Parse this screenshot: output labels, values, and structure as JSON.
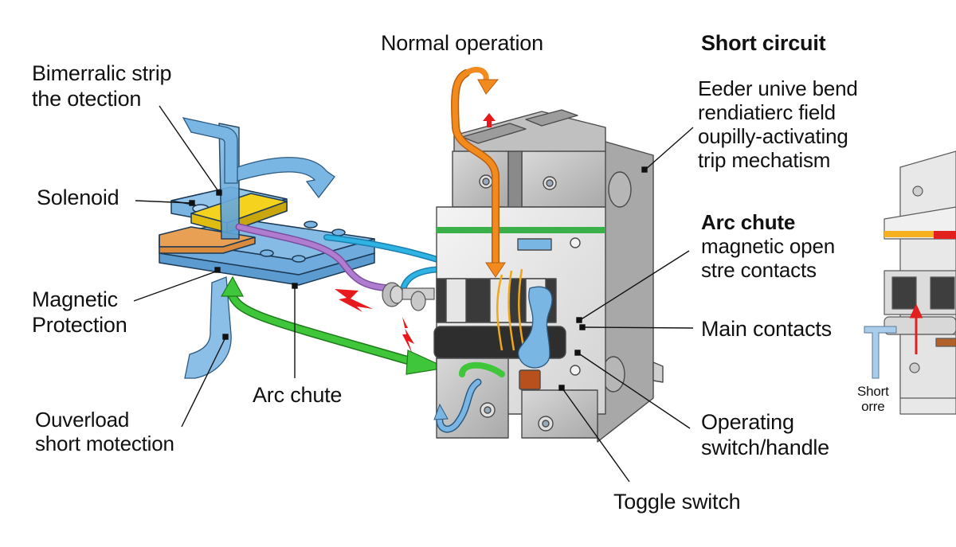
{
  "diagram": {
    "title_normal": "Normal operation",
    "title_short": "Short circuit",
    "labels": {
      "bimetallic": [
        "Bimerralic strip",
        "the otection"
      ],
      "solenoid": "Solenoid",
      "magnetic": [
        "Magnetic",
        "Protection"
      ],
      "overload": [
        "Ouverload",
        "short motection"
      ],
      "arc_chute_bottom": "Arc chute",
      "short_circuit_desc": [
        "Eeder unive bend",
        "rendiatierc field",
        "oupilly-activating",
        "trip mechatism"
      ],
      "arc_chute_right_title": "Arc chute",
      "arc_chute_right_desc": [
        "magnetic open",
        "stre contacts"
      ],
      "main_contacts": "Main contacts",
      "operating_handle": [
        "Operating",
        "switch/handle"
      ],
      "toggle_switch": "Toggle switch",
      "short_small": [
        "Short",
        "orre"
      ]
    },
    "colors": {
      "metal_blue": "#6aaee0",
      "yellow": "#f5d21e",
      "orange_plate": "#e8a055",
      "purple_wire": "#b07ccf",
      "cyan_wire": "#2fb3e3",
      "green_arrow": "#3fc63a",
      "orange_arrow": "#f28a1e",
      "red_spark": "#e8191c",
      "breaker_gray": "#c4c4c4",
      "breaker_dark": "#3a3a3a",
      "green_band": "#3ab04a",
      "brown_button": "#b8501e"
    }
  }
}
